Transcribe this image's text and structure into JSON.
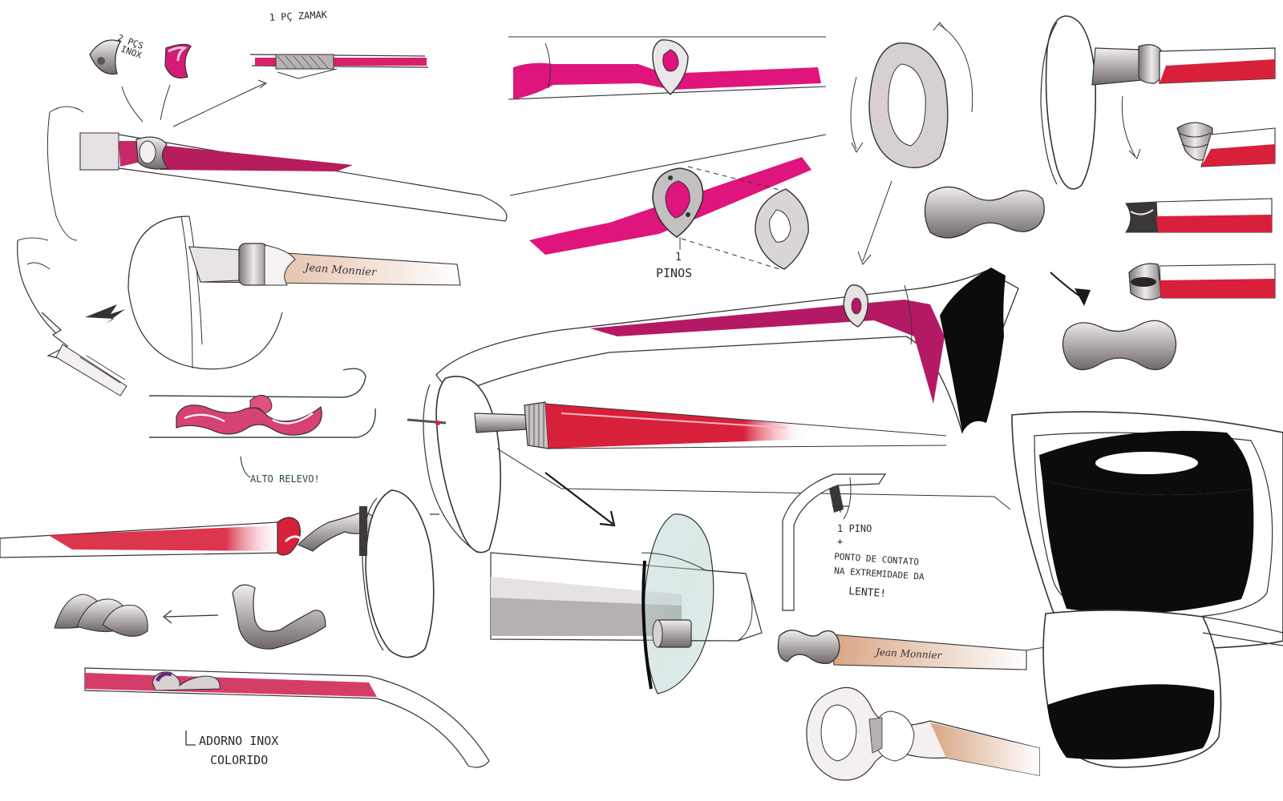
{
  "notes": {
    "inox_2pcs_line1": "2 PÇS",
    "inox_2pcs_line2": "INOX",
    "zamak": "1 PÇ ZAMAK",
    "pinos": "PINOS",
    "pinos_count": "1",
    "alto_relevo": "ALTO RELEVO!",
    "pino_line1": "1 PINO",
    "pino_plus": "+",
    "pino_line2": "PONTO DE CONTATO",
    "pino_line3": "NA EXTREMIDADE DA",
    "pino_line4": "LENTE!",
    "adorno_line1": "ADORNO INOX",
    "adorno_line2": "COLORIDO"
  },
  "brand": {
    "signature_1": "Jean Monnier",
    "signature_2": "Jean Monnier"
  },
  "colors": {
    "magenta": "#e0147d",
    "magenta_dark": "#b41a63",
    "red": "#d8203a",
    "skin": "#dba98a",
    "grey": "#9a9496",
    "grey_light": "#d9d4d6",
    "ink": "#1a1a1a",
    "black": "#0c0c0c"
  }
}
